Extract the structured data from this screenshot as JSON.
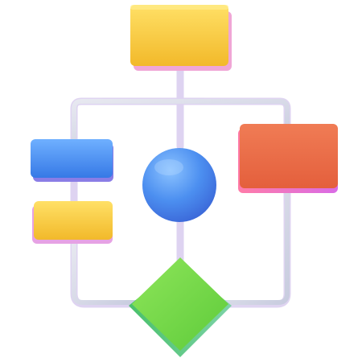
{
  "illustration": {
    "icon_name": "flowchart-icon",
    "nodes": [
      {
        "name": "top-rectangle",
        "shape": "rectangle",
        "color": "#F6CD3A"
      },
      {
        "name": "left-upper-rectangle",
        "shape": "rectangle",
        "color": "#4A8DF0"
      },
      {
        "name": "left-lower-rectangle",
        "shape": "rectangle",
        "color": "#F6CD3A"
      },
      {
        "name": "right-rectangle",
        "shape": "rectangle",
        "color": "#EC6B4A"
      },
      {
        "name": "center-circle",
        "shape": "circle",
        "color": "#4E92F0"
      },
      {
        "name": "bottom-diamond",
        "shape": "diamond",
        "color": "#7DD84A"
      }
    ],
    "connector_color": "#D3D5E2"
  }
}
